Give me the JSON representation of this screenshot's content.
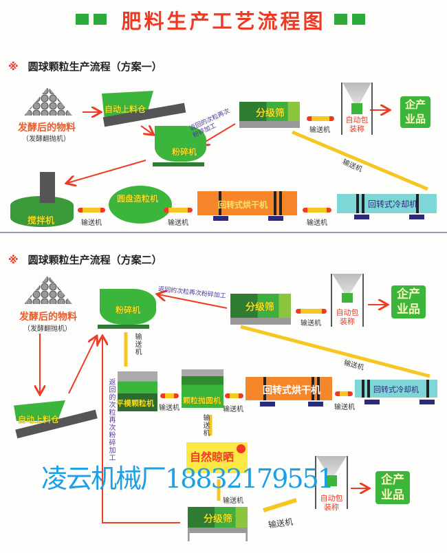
{
  "title": "肥料生产工艺流程图",
  "colors": {
    "accent_red": "#ee3a24",
    "green": "#3cb53c",
    "conveyor": "#f6c623",
    "dryer": "#f5862a",
    "cooler": "#7fd6d6",
    "watermark": "#1a9fe8"
  },
  "plan1": {
    "heading": "圆球颗粒生产流程（方案一）",
    "marker": "※",
    "material": "发酵后的物料",
    "material_sub": "（发酵翻抛机）",
    "feeder": "自动上料仓",
    "crusher": "粉碎机",
    "return_text": "返回的次粒再次粉碎加工",
    "sieve": "分级筛",
    "conveyor": "输送机",
    "packer": "自动包装称",
    "product": "企产业品",
    "mixer": "搅拌机",
    "disc": "圆盘造粒机",
    "dryer": "回转式烘干机",
    "cooler": "回转式冷却机"
  },
  "plan2": {
    "heading": "圆球颗粒生产流程（方案二）",
    "marker": "※",
    "material": "发酵后的物料",
    "material_sub": "（发酵翻抛机）",
    "crusher": "粉碎机",
    "return_text": "返回的次粒再次粉碎加工",
    "sieve": "分级筛",
    "conveyor": "输送机",
    "packer": "自动包装称",
    "product": "企产业品",
    "feeder": "自动上料仓",
    "flat_die": "平模颗粒机",
    "polisher": "颗粒抛圆机",
    "dryer": "回转式烘干机",
    "cooler": "回转式冷却机",
    "sun_dry": "自然晾晒",
    "return_text_vertical": "返回的次粒再次粉碎加工"
  },
  "watermark": "凌云机械厂18832179551"
}
